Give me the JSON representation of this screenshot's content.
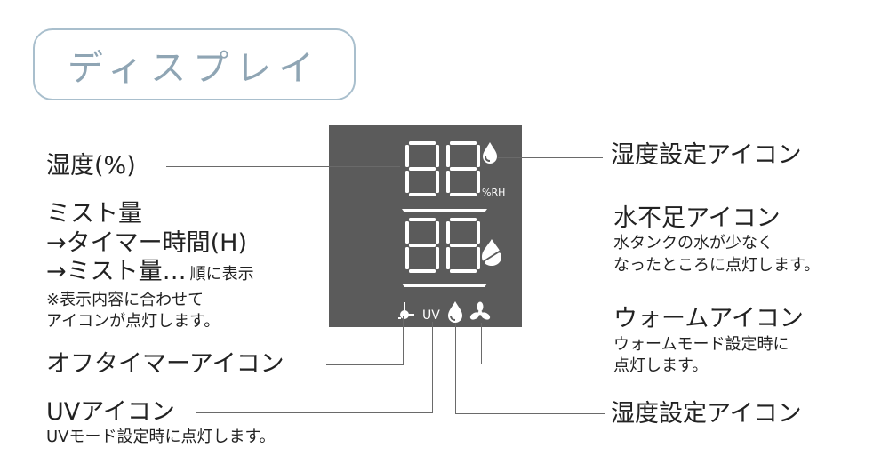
{
  "title": "ディスプレイ",
  "labels": {
    "humidity": "湿度(%)",
    "mist_line1": "ミスト量",
    "mist_line2": "→タイマー時間(H)",
    "mist_line3_main": "→ミスト量…",
    "mist_line3_sub": "順に表示",
    "mist_note1": "※表示内容に合わせて",
    "mist_note2": "アイコンが点灯します。",
    "off_timer": "オフタイマーアイコン",
    "uv_title": "UVアイコン",
    "uv_desc": "UVモード設定時に点灯します。",
    "humidity_set_top": "湿度設定アイコン",
    "water_shortage_title": "水不足アイコン",
    "water_shortage_desc1": "水タンクの水が少なく",
    "water_shortage_desc2": "なったところに点灯します。",
    "warm_title": "ウォームアイコン",
    "warm_desc1": "ウォームモード設定時に",
    "warm_desc2": "点灯します。",
    "humidity_set_bottom": "湿度設定アイコン"
  },
  "panel": {
    "digits_top": "88",
    "digits_bottom": "88",
    "unit": "%RH",
    "uv_label": "UV",
    "icons": [
      "water-drop-icon",
      "water-shortage-icon",
      "plug-icon",
      "humidity-drop-icon",
      "fan-icon"
    ]
  },
  "colors": {
    "panel_bg": "#5b5b5b",
    "panel_fg": "#ffffff",
    "title_border": "#a9bfcd",
    "title_text": "#8fa5b4",
    "leader_line": "#6a6a6a"
  }
}
